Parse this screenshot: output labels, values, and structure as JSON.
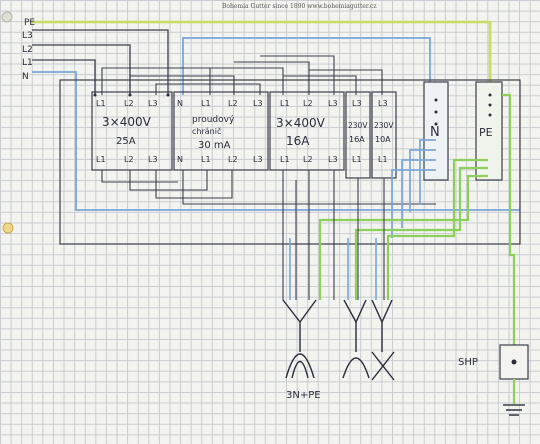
{
  "header": {
    "text": "Bohemia Gutter since 1890  www.bohemiagutter.cz"
  },
  "supply": {
    "pe": "PE",
    "l3": "L3",
    "l2": "L2",
    "l1": "L1",
    "n": "N"
  },
  "devices": {
    "breaker3p25": {
      "top_terminals": [
        "L1",
        "L2",
        "L3"
      ],
      "bottom_terminals": [
        "L1",
        "L2",
        "L3"
      ],
      "label_line1": "3×400V",
      "label_line2": "25A"
    },
    "rcd": {
      "top_terminals": [
        "N",
        "L1",
        "L2",
        "L3"
      ],
      "bottom_terminals": [
        "N",
        "L1",
        "L2",
        "L3"
      ],
      "label_line1": "proudový",
      "label_line2": "chránič",
      "label_line3": "30 mA"
    },
    "breaker3p16": {
      "top_terminals": [
        "L1",
        "L2",
        "L3"
      ],
      "bottom_terminals": [
        "L1",
        "L2",
        "L3"
      ],
      "label_line1": "3×400V",
      "label_line2": "16A"
    },
    "breaker1p16": {
      "top_terminal": "L3",
      "bottom_terminal": "L1",
      "label_line1": "230V",
      "label_line2": "16A"
    },
    "breaker1p10": {
      "top_terminal": "L3",
      "bottom_terminal": "L1",
      "label_line1": "230V",
      "label_line2": "10A"
    }
  },
  "busbars": {
    "n": "N",
    "pe": "PE"
  },
  "outputs": {
    "socket3p": "3N+PE"
  },
  "ground": {
    "label": "SHP"
  },
  "colors": {
    "wire_black": "#3b3f4a",
    "wire_blue": "#7aa7d6",
    "wire_green": "#8ccf5a",
    "wire_yellow": "#e7e06a",
    "ink": "#2a2d3a"
  }
}
